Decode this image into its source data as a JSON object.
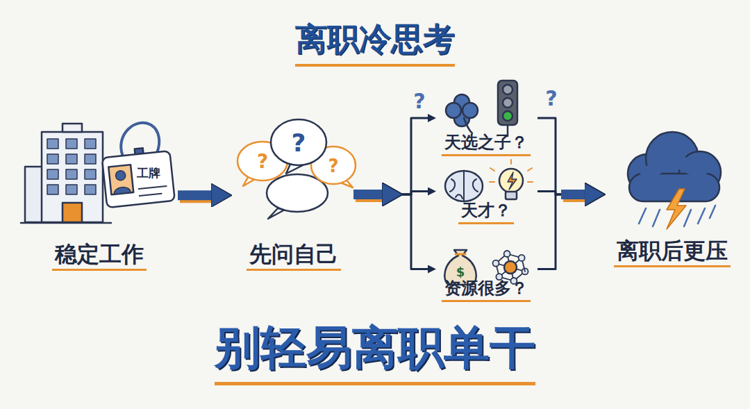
{
  "diagram": {
    "title": "离职冷思考",
    "caption": "别轻易离职单干",
    "nodes": [
      {
        "text": [
          "稳定工作"
        ]
      },
      {
        "text": [
          "先问自己"
        ]
      },
      {
        "text": [
          "天选之子？"
        ]
      },
      {
        "text": [
          "天才？"
        ]
      },
      {
        "text": [
          "资源很多？"
        ]
      },
      {
        "text": [
          "离职后更压"
        ]
      }
    ],
    "edges": [
      {
        "from": 0,
        "to": 1,
        "arrow": "to"
      },
      {
        "from": 1,
        "to": 2,
        "arrow": "to"
      },
      {
        "from": 1,
        "to": 3,
        "arrow": "to"
      },
      {
        "from": 1,
        "to": 4,
        "arrow": "to"
      },
      {
        "from": 2,
        "to": 5,
        "arrow": "to"
      },
      {
        "from": 3,
        "to": 5,
        "arrow": "to"
      },
      {
        "from": 4,
        "to": 5,
        "arrow": "to"
      }
    ],
    "labels": [
      "工牌",
      "?",
      "?",
      "?",
      "?",
      "?",
      "$"
    ]
  }
}
